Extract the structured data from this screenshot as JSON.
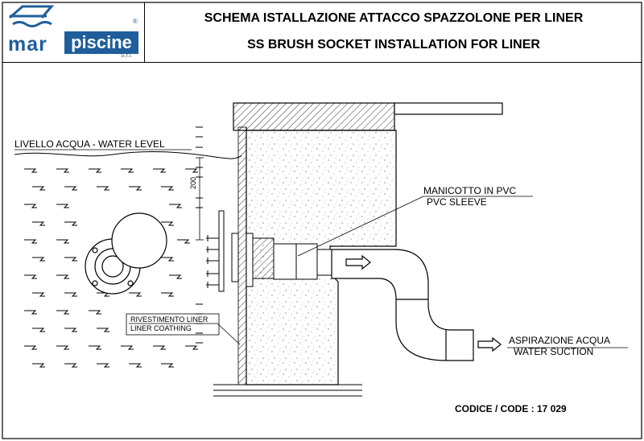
{
  "header": {
    "title_it": "SCHEMA ISTALLAZIONE ATTACCO SPAZZOLONE PER LINER",
    "title_en": "SS BRUSH SOCKET INSTALLATION FOR LINER"
  },
  "logo": {
    "word1": "mar",
    "word2": "piscine",
    "suffix": "S.r.l.",
    "registered": "®",
    "brand_color": "#1f5e9a"
  },
  "labels": {
    "water_level": "LIVELLO ACQUA - WATER LEVEL",
    "sleeve_it": "MANICOTTO IN PVC",
    "sleeve_en": "PVC SLEEVE",
    "liner_it": "RIVESTIMENTO LINER",
    "liner_en": "LINER COATHING",
    "suction_it": "ASPIRAZIONE ACQUA",
    "suction_en": "WATER SUCTION",
    "dimension": "200",
    "code": "CODICE / CODE : 17 029"
  }
}
